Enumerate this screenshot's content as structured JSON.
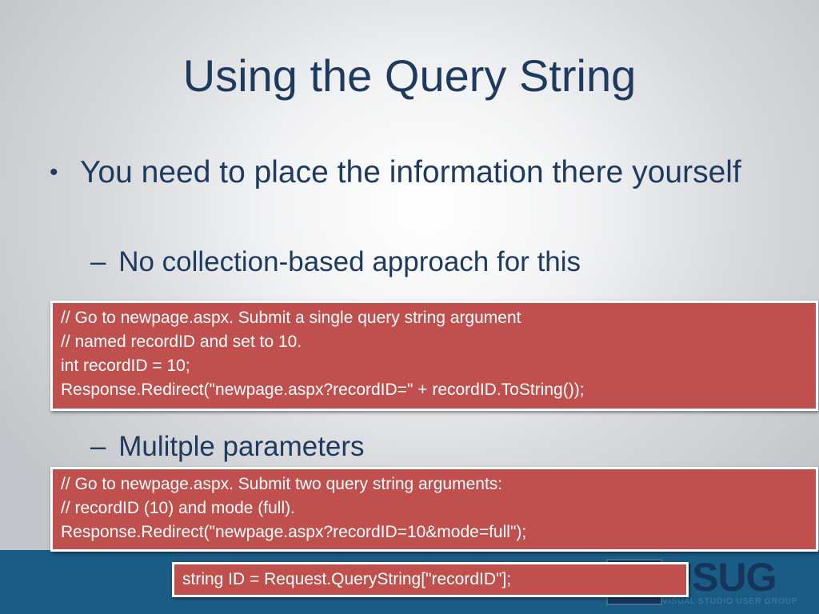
{
  "slide": {
    "title": "Using the Query String",
    "bullet1": {
      "marker": "•",
      "text": "You need to place the information there yourself"
    },
    "sub1": {
      "marker": "–",
      "text": "No collection-based approach for this"
    },
    "sub2": {
      "marker": "–",
      "text": "Mulitple parameters"
    }
  },
  "code_blocks": [
    {
      "lines": [
        "// Go to newpage.aspx. Submit a single query string argument",
        "// named recordID and set to 10.",
        "int recordID = 10;",
        "Response.Redirect(\"newpage.aspx?recordID=\" + recordID.ToString());"
      ]
    },
    {
      "lines": [
        "// Go to newpage.aspx. Submit two query string arguments:",
        "// recordID (10) and mode (full).",
        "Response.Redirect(\"newpage.aspx?recordID=10&mode=full\");"
      ]
    },
    {
      "lines": [
        "string ID = Request.QueryString[\"recordID\"];"
      ]
    }
  ],
  "logo": {
    "name": "USUG",
    "tagline": "VISUAL STUDIO USER GROUP"
  },
  "colors": {
    "title": "#1f3a5f",
    "code_background": "#c0504d",
    "footer": "#1b5c86"
  }
}
